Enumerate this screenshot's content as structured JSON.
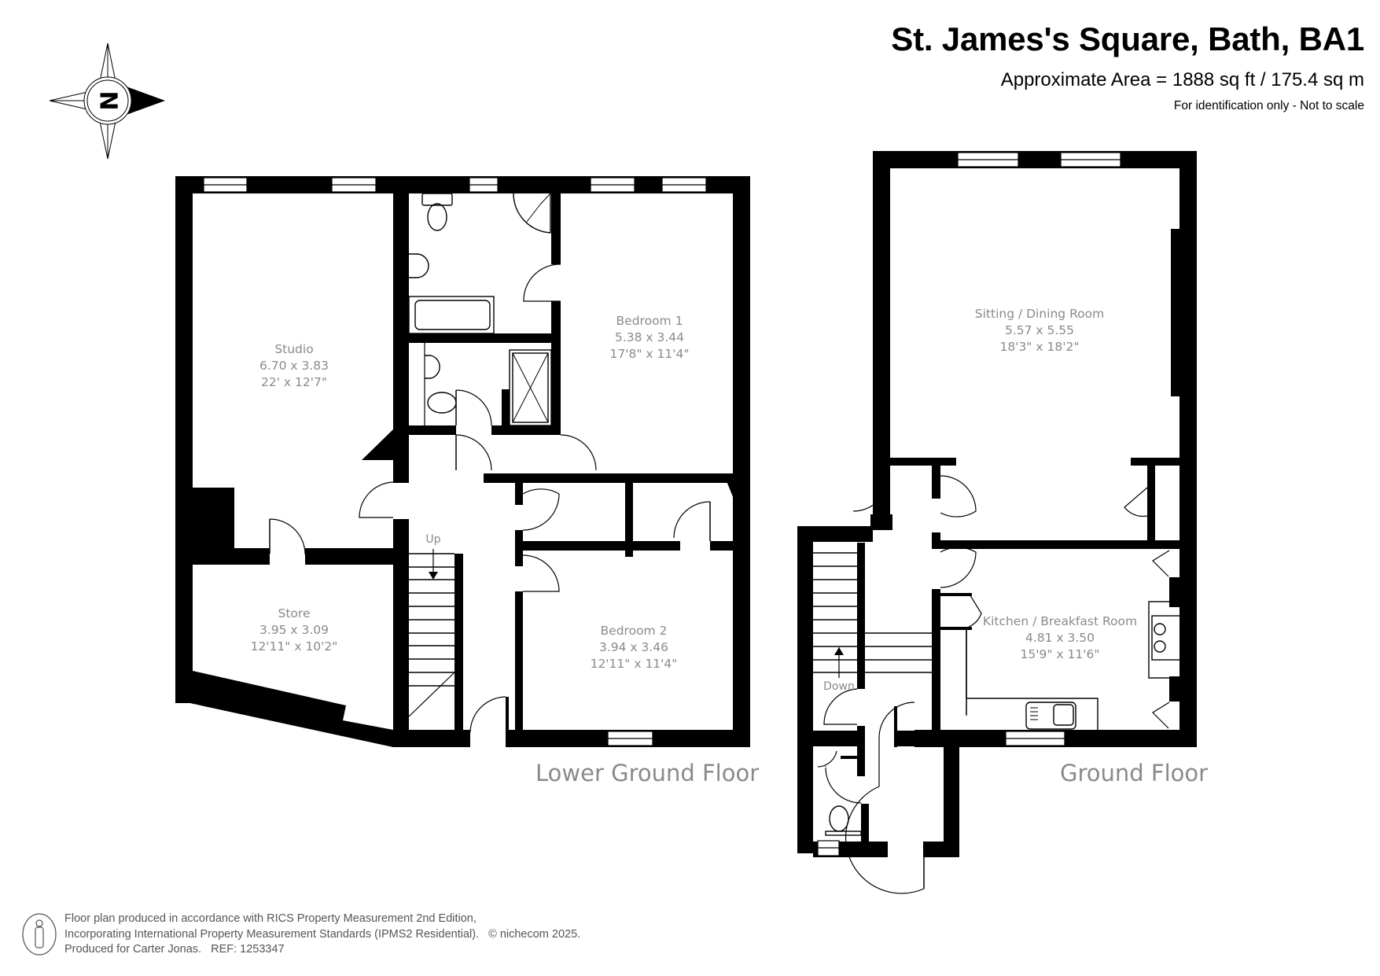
{
  "header": {
    "title": "St. James's Square, Bath, BA1",
    "area": "Approximate Area = 1888 sq ft / 175.4 sq m",
    "disclaimer": "For identification only - Not to scale"
  },
  "compass": {
    "icon": "compass-north-icon",
    "letter": "N"
  },
  "floors": [
    {
      "label": "Lower Ground Floor",
      "rooms": [
        {
          "name": "Studio",
          "metric": "6.70 x 3.83",
          "imperial": "22' x 12'7\""
        },
        {
          "name": "Bedroom 1",
          "metric": "5.38 x 3.44",
          "imperial": "17'8\" x 11'4\""
        },
        {
          "name": "Store",
          "metric": "3.95 x 3.09",
          "imperial": "12'11\" x 10'2\""
        },
        {
          "name": "Bedroom 2",
          "metric": "3.94 x 3.46",
          "imperial": "12'11\" x 11'4\""
        }
      ],
      "stairs_label": "Up"
    },
    {
      "label": "Ground Floor",
      "rooms": [
        {
          "name": "Sitting / Dining Room",
          "metric": "5.57 x 5.55",
          "imperial": "18'3\" x 18'2\""
        },
        {
          "name": "Kitchen / Breakfast Room",
          "metric": "4.81 x 3.50",
          "imperial": "15'9\" x 11'6\""
        }
      ],
      "stairs_label": "Down"
    }
  ],
  "footer": {
    "line1": "Floor plan produced in accordance with RICS Property Measurement 2nd Edition,",
    "line2": "Incorporating International Property Measurement Standards (IPMS2 Residential).",
    "brand": "© nichecom 2025.",
    "line3": "Produced for Carter Jonas.",
    "ref": "REF: 1253347"
  }
}
